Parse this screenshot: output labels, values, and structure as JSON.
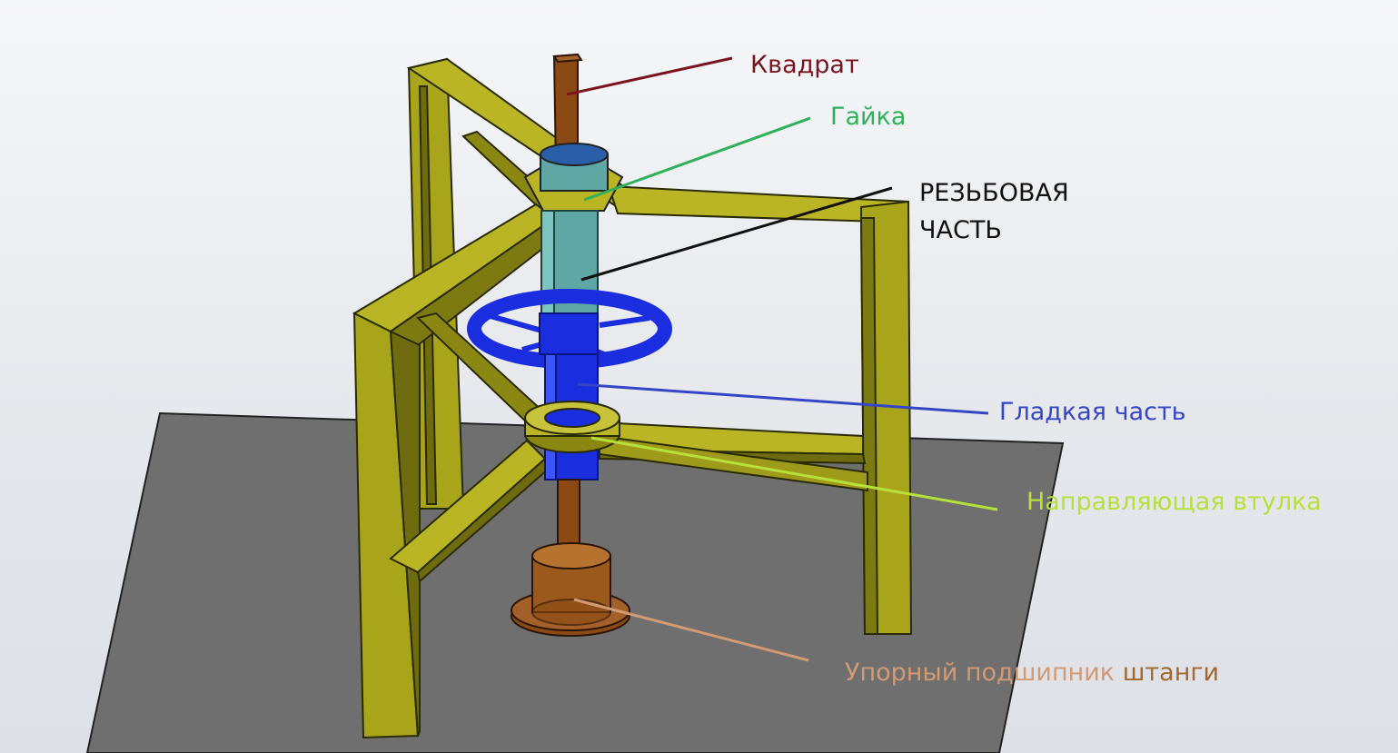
{
  "labels": {
    "kvadrat": {
      "text": "Квадрат",
      "color": "#7a1520"
    },
    "gaika": {
      "text": "Гайка",
      "color": "#2fb15a"
    },
    "rezbovaya_line1": {
      "text": "РЕЗЬБОВАЯ",
      "color": "#111111"
    },
    "rezbovaya_line2": {
      "text": "ЧАСТЬ",
      "color": "#111111"
    },
    "gladkaya": {
      "text": "Гладкая часть",
      "color": "#3545c8"
    },
    "vtulka": {
      "text": "Направляющая втулка",
      "color": "#b8e03a"
    },
    "podshipnik_part1": {
      "text": "Упорный подшипник",
      "color": "#d49a74"
    },
    "podshipnik_part2": {
      "text": "штанги",
      "color": "#a5682c"
    }
  },
  "colors": {
    "frame": "#a9a51a",
    "frame_dark": "#6f6c10",
    "floor": "#707070",
    "rod": "#8b4a14",
    "thread": "#5fa7a4",
    "smooth": "#1a2ee0",
    "bearing": "#8b4a14"
  }
}
